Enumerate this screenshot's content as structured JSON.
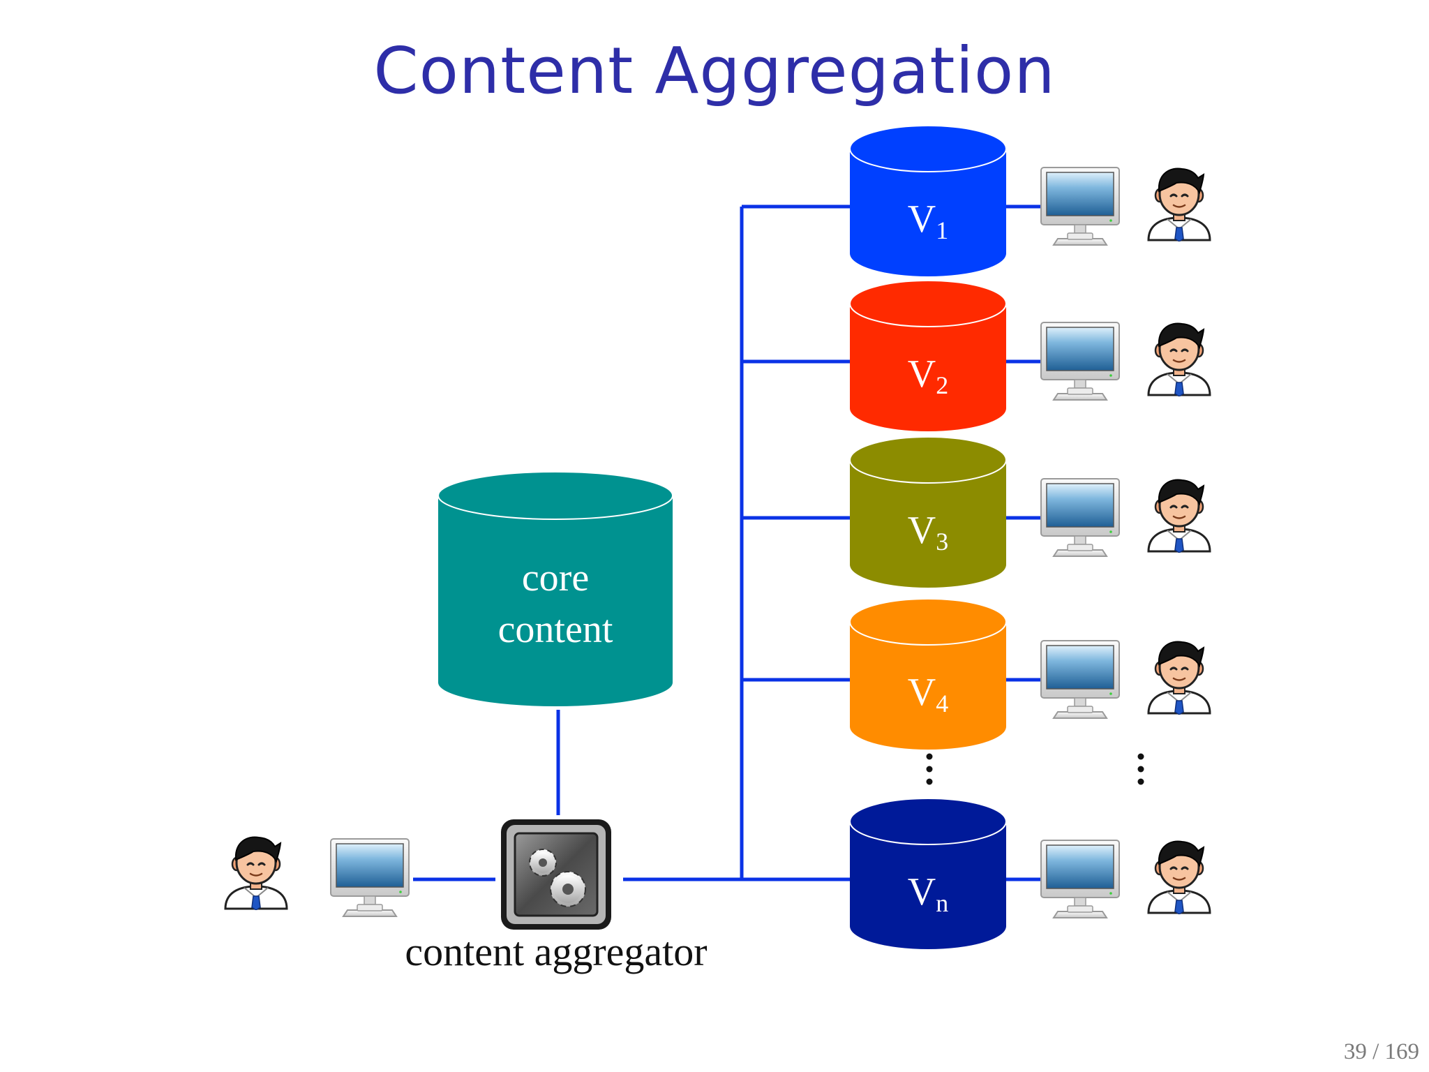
{
  "slide": {
    "title": "Content Aggregation",
    "page_number": "39 / 169"
  },
  "core_db": {
    "line1": "core",
    "line2": "content",
    "color": "#009290"
  },
  "aggregator": {
    "label": "content aggregator",
    "icon": "gears-icon"
  },
  "variants": [
    {
      "name": "V",
      "sub": "1",
      "color": "#0040ff"
    },
    {
      "name": "V",
      "sub": "2",
      "color": "#ff2a00"
    },
    {
      "name": "V",
      "sub": "3",
      "color": "#8c8c00"
    },
    {
      "name": "V",
      "sub": "4",
      "color": "#ff8c00"
    },
    {
      "name": "V",
      "sub": "n",
      "color": "#001a99"
    }
  ],
  "connector_color": "#0a32e6",
  "icons": [
    "user-icon",
    "computer-icon",
    "database-icon",
    "ellipsis-icon"
  ]
}
